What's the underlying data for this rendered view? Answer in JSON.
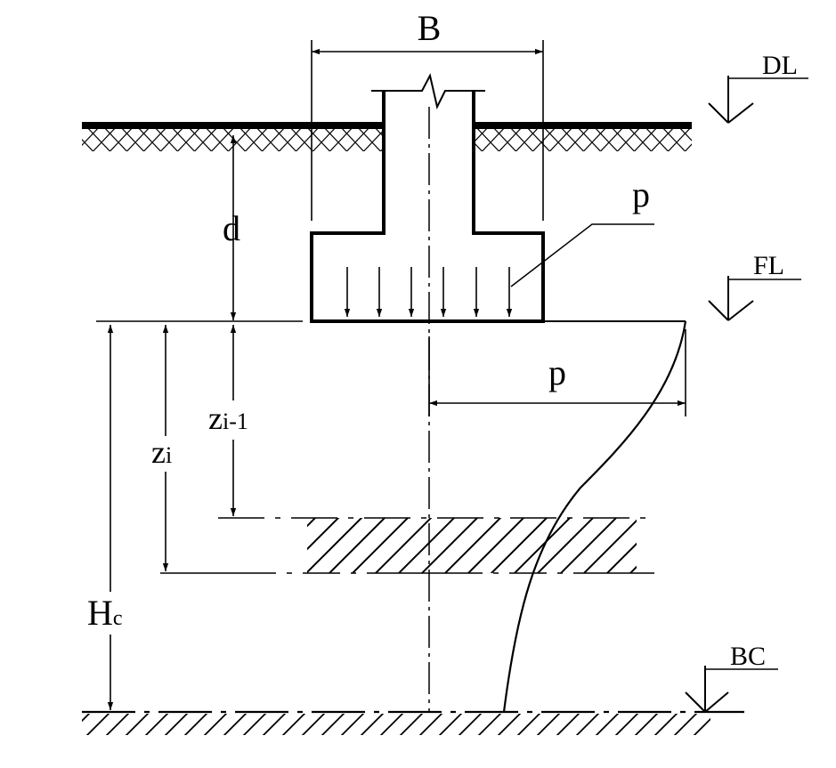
{
  "labels": {
    "width": "B",
    "ground_level": "DL",
    "foundation_level": "FL",
    "bottom_level": "BC",
    "depth": "d",
    "pressure_top": "p",
    "pressure_curve": "p",
    "z_prev_main": "z",
    "z_prev_sub": "i-1",
    "z_cur_main": "z",
    "z_cur_sub": "i",
    "hc_main": "H",
    "hc_sub": "c"
  },
  "colors": {
    "line": "#000000",
    "background": "#ffffff"
  }
}
